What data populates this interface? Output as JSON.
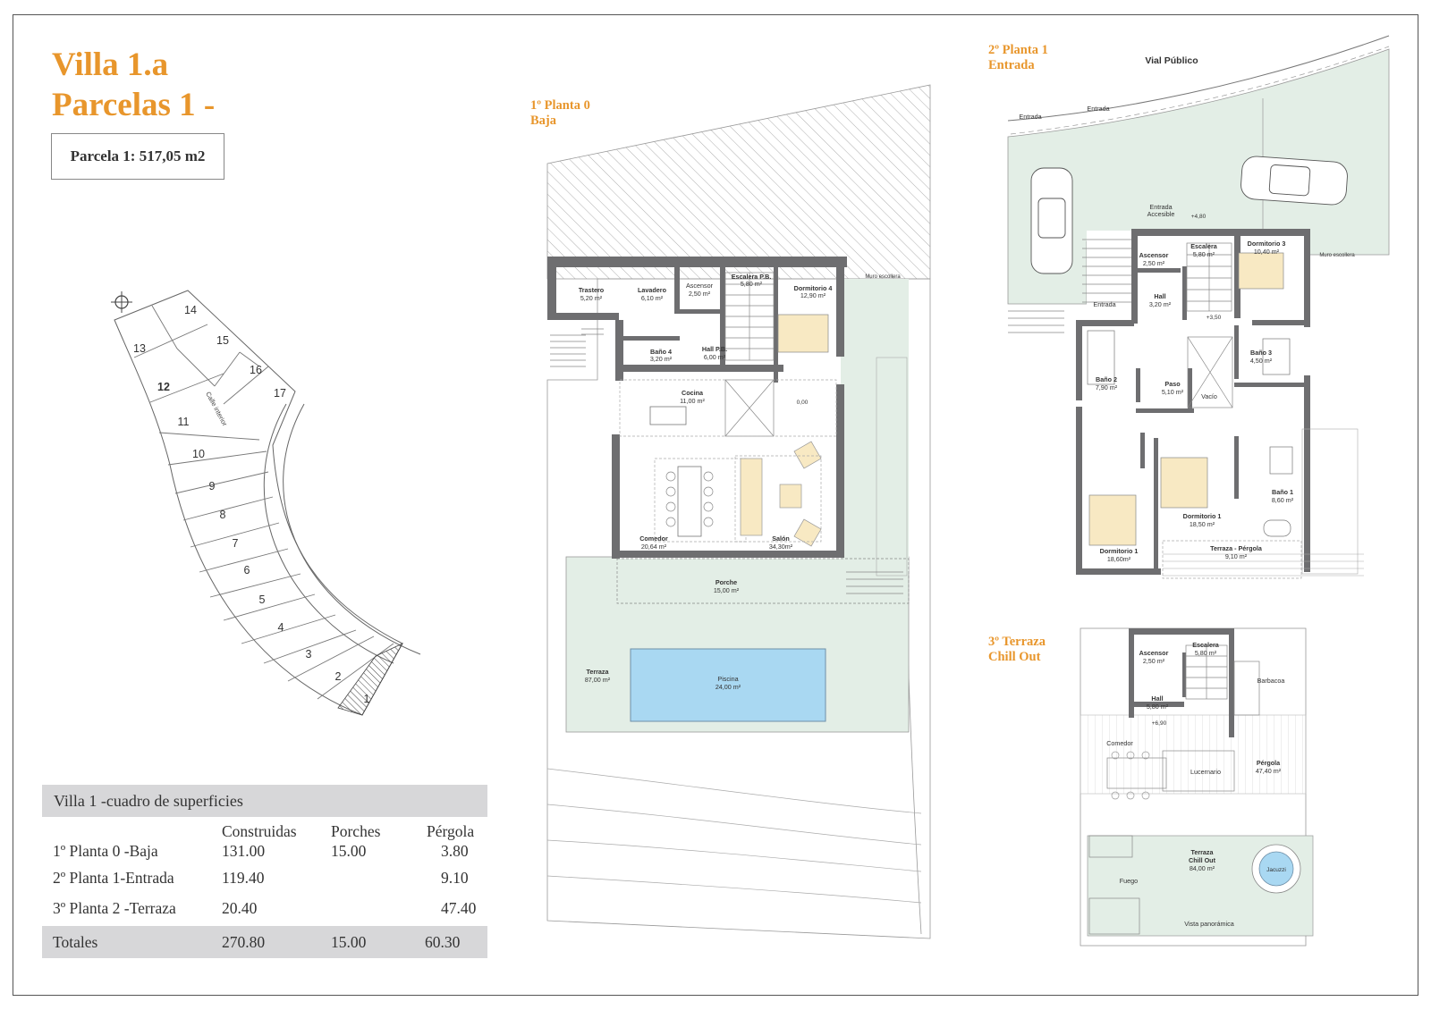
{
  "title": {
    "line1": "Villa 1.a",
    "line2": "Parcelas 1 -"
  },
  "parcel": {
    "label": "Parcela 1: 517,05 m2"
  },
  "site_map": {
    "lots": [
      "14",
      "13",
      "15",
      "12",
      "16",
      "17",
      "11",
      "10",
      "9",
      "8",
      "7",
      "6",
      "5",
      "4",
      "3",
      "2",
      "1"
    ],
    "street_label": "Calle interior"
  },
  "table": {
    "header": "Villa 1 -cuadro de superficies",
    "columns": [
      "Construidas",
      "Porches",
      "Pérgola"
    ],
    "rows": [
      {
        "label": "1º Planta 0 -Baja",
        "construidas": "131.00",
        "porches": "15.00",
        "pergola": "3.80"
      },
      {
        "label": "2º Planta 1-Entrada",
        "construidas": "119.40",
        "porches": "",
        "pergola": "9.10"
      },
      {
        "label": "3º Planta 2 -Terraza",
        "construidas": "20.40",
        "porches": "",
        "pergola": "47.40"
      }
    ],
    "totals": {
      "label": "Totales",
      "construidas": "270.80",
      "porches": "15.00",
      "pergola": "60.30"
    }
  },
  "plan0": {
    "title1": "1º Planta 0",
    "title2": "Baja",
    "muro": "Muro escollera",
    "rooms": {
      "trastero": [
        "Trastero",
        "5,20 m²"
      ],
      "lavadero": [
        "Lavadero",
        "6,10 m²"
      ],
      "ascensor": [
        "Ascensor",
        "2,50 m²"
      ],
      "escalera": [
        "Escalera P.B.",
        "5,80 m²"
      ],
      "dormitorio4": [
        "Dormitorio 4",
        "12,90 m²"
      ],
      "bano4": [
        "Baño 4",
        "3,20 m²"
      ],
      "hall": [
        "Hall P.B.",
        "6,00 m²"
      ],
      "cocina": [
        "Cocina",
        "11,00 m²"
      ],
      "comedor": [
        "Comedor",
        "20,64 m²"
      ],
      "salon": [
        "Salón",
        "34,30m²"
      ],
      "porche": [
        "Porche",
        "15,00 m²"
      ],
      "terraza": [
        "Terraza",
        "87,00 m²"
      ],
      "piscina": [
        "Piscina",
        "24,00 m²"
      ]
    },
    "level": "0,00"
  },
  "plan1": {
    "title1": "2º Planta 1",
    "title2": "Entrada",
    "vial": "Vial Público",
    "entrada": "Entrada",
    "entrada_accesible": [
      "Entrada",
      "Accesible"
    ],
    "muro": "Muro escollera",
    "rooms": {
      "ascensor": [
        "Ascensor",
        "2,50 m²"
      ],
      "escalera": [
        "Escalera",
        "5,80 m²"
      ],
      "dormitorio3": [
        "Dormitorio 3",
        "10,40 m²"
      ],
      "hall": [
        "Hall",
        "3,20 m²"
      ],
      "bano3": [
        "Baño 3",
        "4,50 m²"
      ],
      "bano2": [
        "Baño 2",
        "7,90 m²"
      ],
      "paso": [
        "Paso",
        "5,10 m²"
      ],
      "vacio": [
        "Vacío",
        ""
      ],
      "bano1": [
        "Baño 1",
        "8,60 m²"
      ],
      "dormitorio1b": [
        "Dormitorio 1",
        "18,50 m²"
      ],
      "dormitorio1a": [
        "Dormitorio 1",
        "18,60m²"
      ],
      "terraza": [
        "Terraza - Pérgola",
        "9,10 m²"
      ]
    },
    "levels": [
      "+4,80",
      "+3,50"
    ]
  },
  "plan2": {
    "title1": "3º Terraza",
    "title2": "Chill Out",
    "rooms": {
      "ascensor": [
        "Ascensor",
        "2,50 m²"
      ],
      "escalera": [
        "Escalera",
        "5,80 m²"
      ],
      "hall": [
        "Hall",
        "5,80 m²"
      ],
      "barbacoa": [
        "Barbacoa",
        ""
      ],
      "comedor": [
        "Comedor",
        ""
      ],
      "lucernario": [
        "Lucernario",
        ""
      ],
      "pergola": [
        "Pérgola",
        "47,40 m²"
      ],
      "terraza": [
        "Terraza",
        "Chill Out",
        "84,00 m²"
      ],
      "fuego": [
        "Fuego",
        ""
      ],
      "jacuzzi": [
        "Jacuzzi",
        ""
      ],
      "vista": [
        "Vista panorámica",
        ""
      ]
    },
    "level": "+6,90"
  },
  "colors": {
    "accent": "#e8962c",
    "wall": "#6e6e70",
    "green": "#e3eee6",
    "pool": "#a9d8f2",
    "bed": "#f8e9c3",
    "table_bar": "#d7d7d9"
  }
}
